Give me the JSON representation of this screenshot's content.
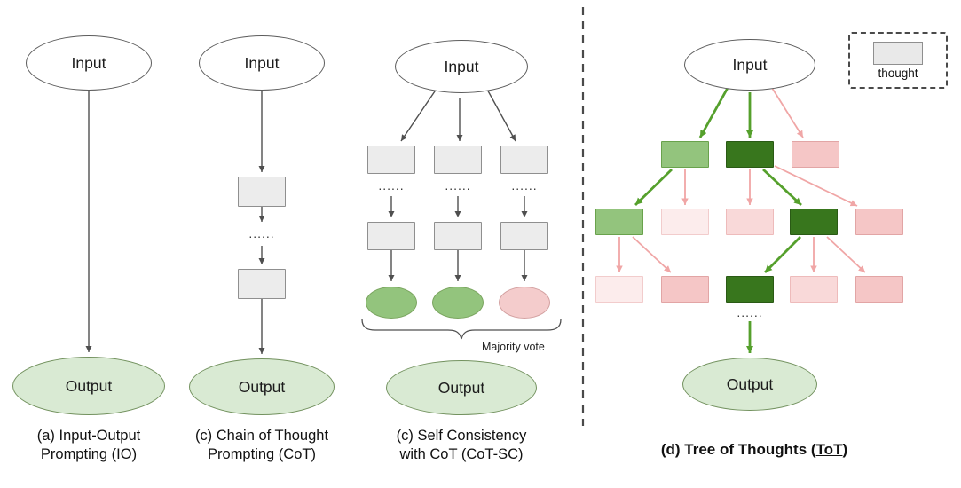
{
  "panels": {
    "a": {
      "input": "Input",
      "output": "Output",
      "caption_line1": "(a) Input-Output",
      "caption_line2_pre": "Prompting (",
      "caption_line2_u": "IO",
      "caption_line2_post": ")"
    },
    "b": {
      "input": "Input",
      "output": "Output",
      "dots": "......",
      "caption_line1": "(c) Chain of Thought",
      "caption_line2_pre": "Prompting (",
      "caption_line2_u": "CoT",
      "caption_line2_post": ")"
    },
    "c": {
      "input": "Input",
      "output": "Output",
      "dots": "......",
      "majority_vote": "Majority vote",
      "caption_line1": "(c) Self Consistency",
      "caption_line2_pre": "with CoT (",
      "caption_line2_u": "CoT-SC",
      "caption_line2_post": ")"
    },
    "d": {
      "input": "Input",
      "output": "Output",
      "dots": "......",
      "legend_label": "thought",
      "caption_pre": "(d) Tree of Thoughts (",
      "caption_u": "ToT",
      "caption_post": ")"
    }
  },
  "colors": {
    "thought_box_fill": "#ececec",
    "output_ellipse_fill": "#d9ead3",
    "green_mid": "#93c47d",
    "green_dark": "#38761d",
    "pink_light": "#f4cccc",
    "arrow_green": "#55a02c",
    "arrow_pink": "#f0a6a6",
    "arrow_gray": "#4f4f4f"
  }
}
